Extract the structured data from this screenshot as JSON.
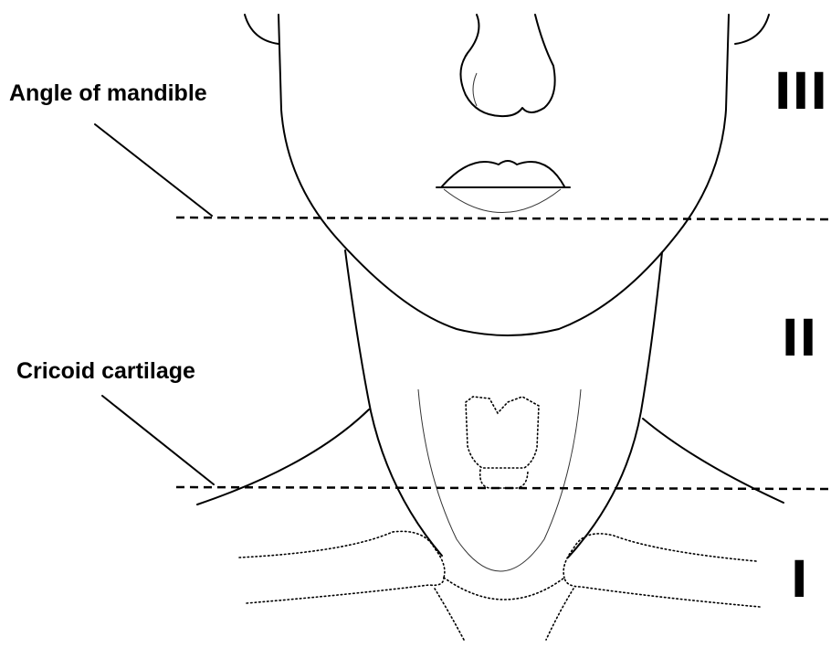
{
  "labels": {
    "angle_of_mandible": "Angle of mandible",
    "cricoid_cartilage": "Cricoid cartilage"
  },
  "zones": {
    "zone_3": "III",
    "zone_2": "II",
    "zone_1": "I"
  },
  "colors": {
    "ink": "#000000",
    "background": "#ffffff"
  }
}
